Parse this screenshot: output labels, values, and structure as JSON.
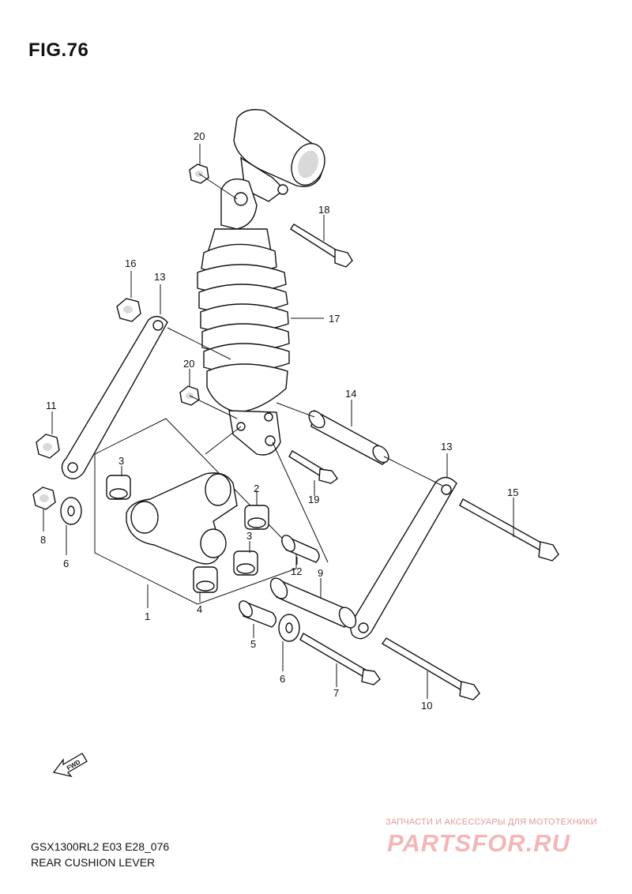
{
  "figure": {
    "title": "FIG.76"
  },
  "footer": {
    "model": "GSX1300RL2 E03 E28_076",
    "name": "REAR CUSHION LEVER"
  },
  "watermark": {
    "subtitle": "ЗАПЧАСТИ И АКСЕССУАРЫ ДЛЯ МОТОТЕХНИКИ",
    "logo": "PARTSFOR.RU"
  },
  "fwd_label": "FWD",
  "callouts": [
    {
      "key": "c20a",
      "text": "20"
    },
    {
      "key": "c18",
      "text": "18"
    },
    {
      "key": "c16",
      "text": "16"
    },
    {
      "key": "c13a",
      "text": "13"
    },
    {
      "key": "c17",
      "text": "17"
    },
    {
      "key": "c20b",
      "text": "20"
    },
    {
      "key": "c14",
      "text": "14"
    },
    {
      "key": "c11",
      "text": "11"
    },
    {
      "key": "c3a",
      "text": "3"
    },
    {
      "key": "c13b",
      "text": "13"
    },
    {
      "key": "c2",
      "text": "2"
    },
    {
      "key": "c19",
      "text": "19"
    },
    {
      "key": "c15",
      "text": "15"
    },
    {
      "key": "c3b",
      "text": "3"
    },
    {
      "key": "c8",
      "text": "8"
    },
    {
      "key": "c6a",
      "text": "6"
    },
    {
      "key": "c12",
      "text": "12"
    },
    {
      "key": "c9",
      "text": "9"
    },
    {
      "key": "c1",
      "text": "1"
    },
    {
      "key": "c4",
      "text": "4"
    },
    {
      "key": "c5",
      "text": "5"
    },
    {
      "key": "c6b",
      "text": "6"
    },
    {
      "key": "c7",
      "text": "7"
    },
    {
      "key": "c10",
      "text": "10"
    }
  ]
}
